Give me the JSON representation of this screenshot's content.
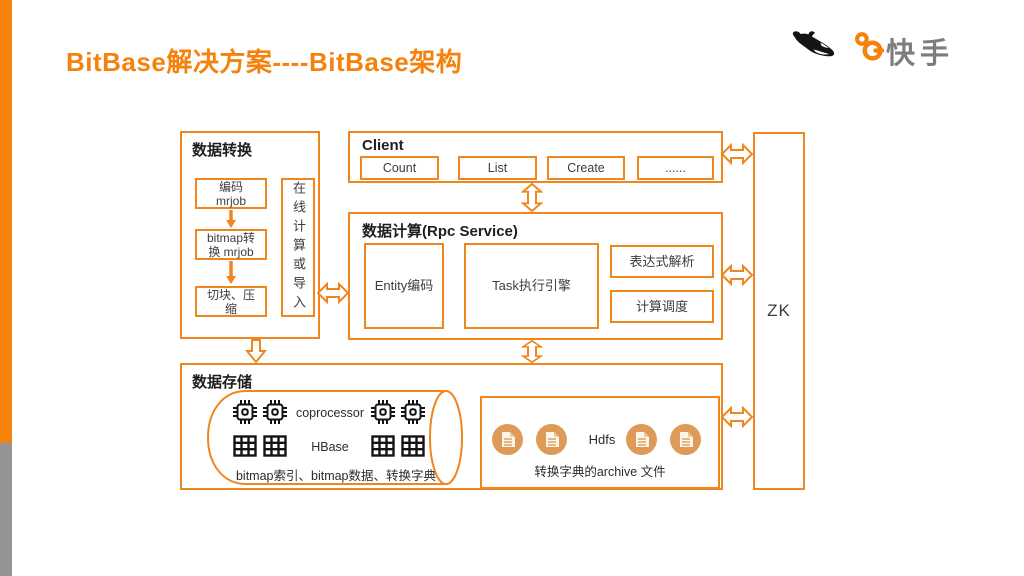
{
  "colors": {
    "accent": "#F5820C",
    "diagram": "#F0861E",
    "ink": "#1F1F1F",
    "text": "#3D3D3D",
    "bar-gray": "#949494",
    "brand-gray": "#7D7D7D",
    "doc-circle": "#DE9B58",
    "icon-black": "#141414",
    "doc-paper": "#FBF6EA"
  },
  "header": {
    "title": "BitBase解决方案----BitBase架构",
    "brand": "快手"
  },
  "icons": {
    "brand": [
      "orca-logo-icon",
      "kuaishou-logo-icon"
    ],
    "storage": [
      "cpu-chip-icon",
      "table-grid-icon",
      "document-circle-icon"
    ],
    "connectors": [
      "double-arrow-horizontal",
      "double-arrow-vertical",
      "arrow-down"
    ]
  },
  "diagram": {
    "transform": {
      "title": "数据转换",
      "steps": [
        "编码 mrjob",
        "bitmap转换 mrjob",
        "切块、压缩"
      ],
      "side_note": "在线计算或导入"
    },
    "client": {
      "title": "Client",
      "items": [
        "Count",
        "List",
        "Create",
        "......"
      ]
    },
    "compute": {
      "title": "数据计算(Rpc Service)",
      "modules": [
        "Entity编码",
        "Task执行引擎",
        "表达式解析",
        "计算调度"
      ]
    },
    "storage": {
      "title": "数据存储",
      "hbase_cluster": {
        "coprocessor_label": "coprocessor",
        "hbase_label": "HBase",
        "caption": "bitmap索引、bitmap数据、转换字典"
      },
      "hdfs": {
        "label": "Hdfs",
        "caption": "转换字典的archive 文件"
      }
    },
    "zk": {
      "label": "ZK"
    }
  }
}
